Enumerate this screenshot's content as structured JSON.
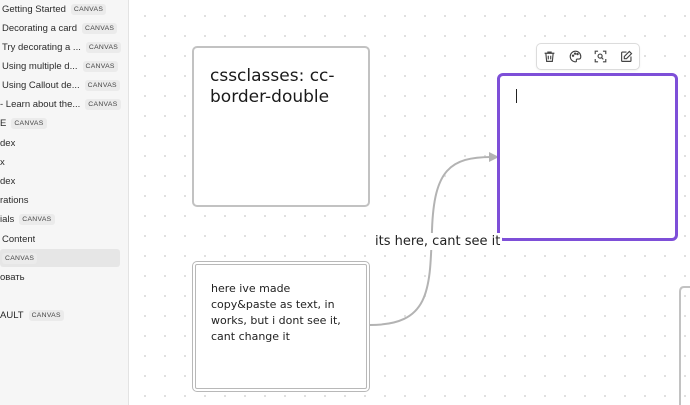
{
  "sidebar": {
    "items": [
      {
        "label": "Getting Started",
        "badge": "CANVAS"
      },
      {
        "label": "Decorating a card",
        "badge": "CANVAS"
      },
      {
        "label": "Try decorating a ...",
        "badge": "CANVAS"
      },
      {
        "label": "Using multiple d...",
        "badge": "CANVAS"
      },
      {
        "label": "Using Callout de...",
        "badge": "CANVAS"
      },
      {
        "label": "- Learn about the...",
        "badge": "CANVAS"
      },
      {
        "label": "E",
        "badge": "CANVAS"
      },
      {
        "label": "dex",
        "badge": ""
      },
      {
        "label": "x",
        "badge": ""
      },
      {
        "label": "dex",
        "badge": ""
      },
      {
        "label": "rations",
        "badge": ""
      },
      {
        "label": "ials",
        "badge": "CANVAS"
      },
      {
        "label": "Content",
        "badge": ""
      },
      {
        "label": "",
        "badge": "CANVAS"
      },
      {
        "label": "овать",
        "badge": ""
      },
      {
        "label": "",
        "badge": ""
      },
      {
        "label": "AULT",
        "badge": "CANVAS"
      }
    ]
  },
  "canvas": {
    "card_title": "cssclasses: cc-border-double",
    "card_note": "here ive made copy&paste as text, in works, but i dont see it, cant change it",
    "edge_label": "its here, cant see it",
    "selected_card_value": "",
    "toolbar": {
      "delete_icon": "trash-icon",
      "color_icon": "palette-icon",
      "zoom_icon": "zoom-to-selection-icon",
      "edit_icon": "edit-icon"
    },
    "accent_color": "#7e4fd8"
  }
}
